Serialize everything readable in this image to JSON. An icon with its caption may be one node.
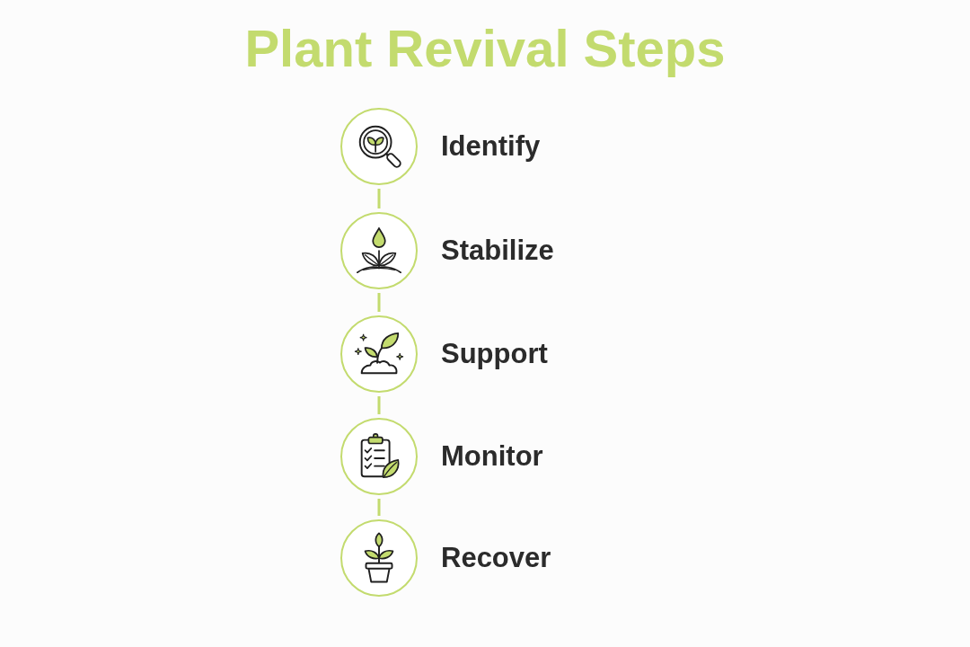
{
  "diagram": {
    "title": "Plant Revival Steps",
    "nodes": [
      {
        "text": [
          "Identify"
        ]
      },
      {
        "text": [
          "Stabilize"
        ]
      },
      {
        "text": [
          "Support"
        ]
      },
      {
        "text": [
          "Monitor"
        ]
      },
      {
        "text": [
          "Recover"
        ]
      }
    ],
    "edges": [
      {
        "from": 0,
        "to": 1,
        "arrow": "none"
      },
      {
        "from": 1,
        "to": 2,
        "arrow": "none"
      },
      {
        "from": 2,
        "to": 3,
        "arrow": "none"
      },
      {
        "from": 3,
        "to": 4,
        "arrow": "none"
      }
    ]
  }
}
